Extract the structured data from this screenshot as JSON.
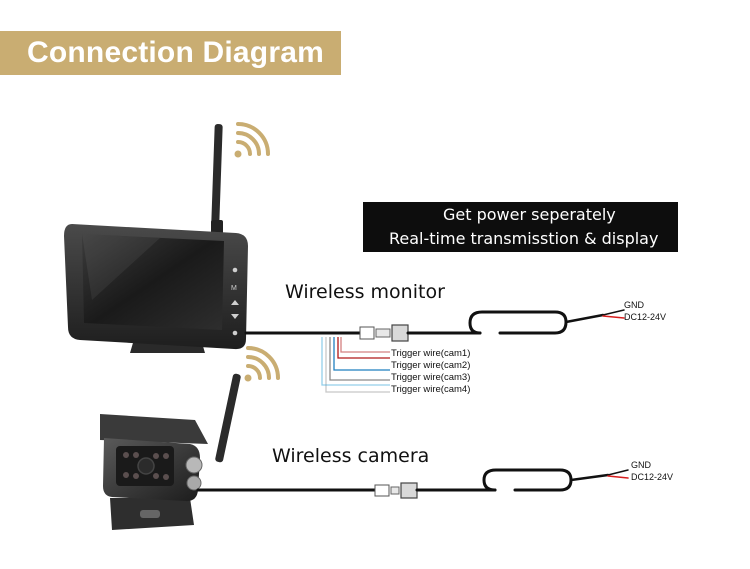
{
  "title": "Connection Diagram",
  "info_box": {
    "line1": "Get power seperately",
    "line2": "Real-time transmisstion & display"
  },
  "labels": {
    "monitor": "Wireless monitor",
    "camera": "Wireless camera"
  },
  "monitor_power": {
    "gnd": "GND",
    "voltage": "DC12-24V"
  },
  "camera_power": {
    "gnd": "GND",
    "voltage": "DC12-24V"
  },
  "trigger_wires": [
    {
      "label": "Trigger wire(cam1)",
      "color": "#b01818"
    },
    {
      "label": "Trigger wire(cam2)",
      "color": "#1f7fbf"
    },
    {
      "label": "Trigger wire(cam3)",
      "color": "#8a8a8a"
    },
    {
      "label": "Trigger wire(cam4)",
      "color": "#c8c8c8"
    }
  ],
  "icons": [
    "wifi-signal-icon",
    "antenna-icon",
    "monitor-device",
    "camera-device",
    "connector-icon"
  ],
  "colors": {
    "banner": "#c9ad72",
    "wifi": "#c9ad72",
    "cable": "#111111",
    "power_red": "#d81e1e"
  }
}
